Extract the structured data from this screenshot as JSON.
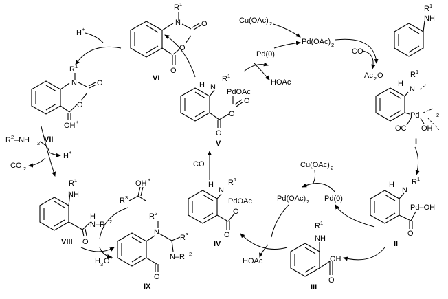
{
  "reagents": {
    "cu_oac2": "Cu(OAc)",
    "cu_oac2_sub": "2",
    "pd_oac2": "Pd(OAc)",
    "pd_oac2_sub": "2",
    "pd0": "Pd(0)",
    "hoac": "HOAc",
    "co": "CO",
    "ac2o": "Ac",
    "ac2o_sub": "2",
    "ac2o_tail": "O",
    "h_plus": "H",
    "plus": "+",
    "co2": "CO",
    "co2_sub": "2",
    "amine": "R",
    "amine_sup": "2",
    "amine_tail": "–NH",
    "amine_sub": "2",
    "h3o": "H",
    "h3o_sub": "3",
    "h3o_tail": "O",
    "aldehyde_r": "R",
    "aldehyde_sup": "3",
    "aldehyde_oh": "OH"
  },
  "atoms": {
    "N": "N",
    "O": "O",
    "NH": "NH",
    "H": "H",
    "Pd": "Pd",
    "PdOAc": "PdOAc",
    "OH": "OH",
    "PdOH": "Pd–OH",
    "OC": "OC",
    "R": "R",
    "one": "1",
    "two": "2",
    "three": "3",
    "oh_plus": "OH",
    "nr2": "N–R",
    "nhr2": "N"
  },
  "compounds": {
    "I": "I",
    "II": "II",
    "III": "III",
    "IV": "IV",
    "V": "V",
    "VI": "VI",
    "VII": "VII",
    "VIII": "VIII",
    "IX": "IX"
  }
}
